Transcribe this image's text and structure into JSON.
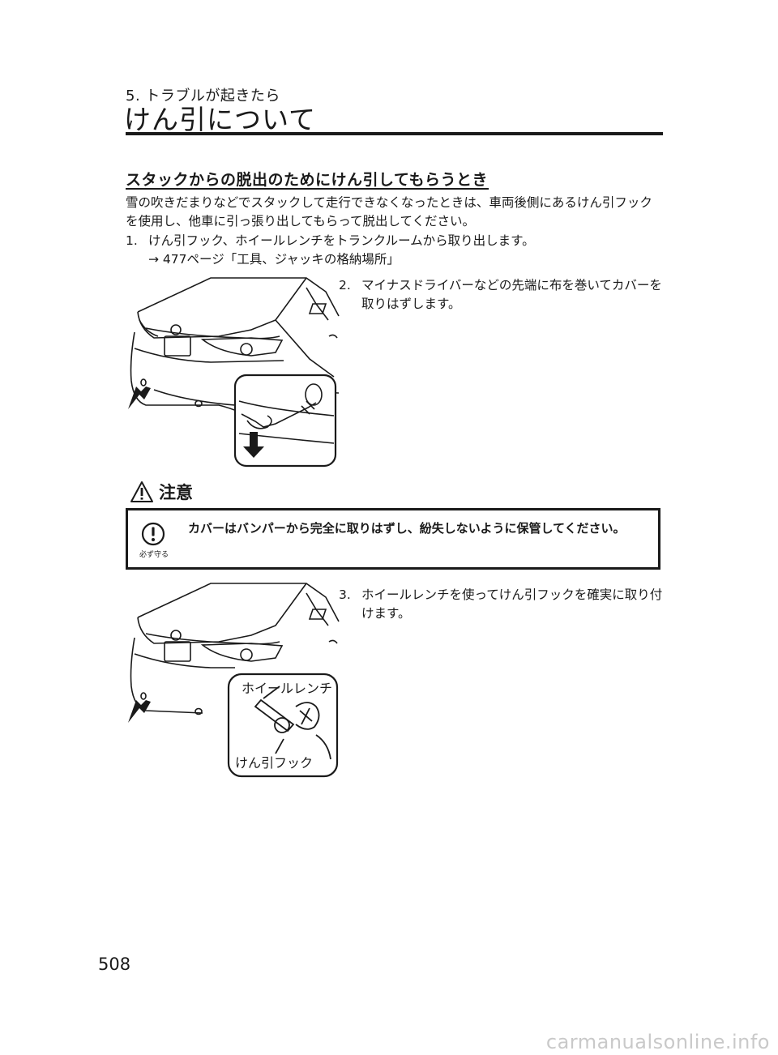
{
  "header": {
    "chapter": "5. トラブルが起きたら",
    "title": "けん引について"
  },
  "section": {
    "heading": "スタックからの脱出のためにけん引してもらうとき",
    "intro": "雪の吹きだまりなどでスタックして走行できなくなったときは、車両後側にあるけん引フックを使用し、他車に引っ張り出してもらって脱出してください。"
  },
  "steps": [
    {
      "number": "1.",
      "text": "けん引フック、ホイールレンチをトランクルームから取り出します。",
      "reference": "→ 477ページ「工具、ジャッキの格納場所」"
    },
    {
      "number": "2.",
      "text": "マイナスドライバーなどの先端に布を巻いてカバーを取りはずします。"
    },
    {
      "number": "3.",
      "text": "ホイールレンチを使ってけん引フックを確実に取り付けます。"
    }
  ],
  "caution": {
    "label": "注意",
    "icon": "warning-triangle-icon",
    "must_icon": "exclamation-circle-icon",
    "must_label": "必ず守る",
    "text": "カバーはバンパーから完全に取りはずし、紛失しないように保管してください。"
  },
  "figures": {
    "fig2_label_wrench": "ホイールレンチ",
    "fig2_label_hook": "けん引フック"
  },
  "page_number": "508",
  "watermark": "carmanualsonline.info"
}
